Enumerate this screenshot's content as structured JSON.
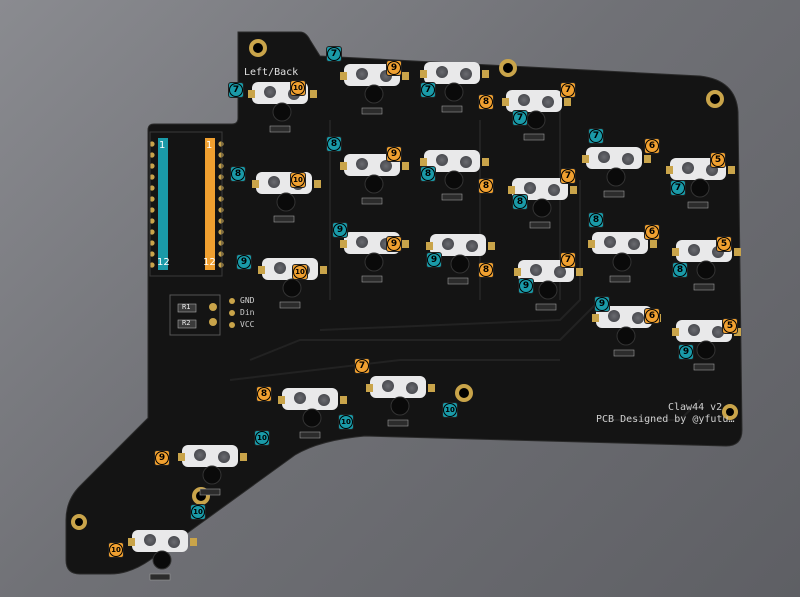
{
  "board": {
    "side_label": "Left/Back",
    "title": "Claw44 v2",
    "credit": "PCB Designed by @yfutu…",
    "pin_labels": [
      "GND",
      "Din",
      "VCC"
    ],
    "resistors": [
      "R1",
      "R2"
    ],
    "header_pin_first": "1",
    "header_pin_last": "12"
  },
  "colors": {
    "pcb": "#141414",
    "teal_strip": "#1a9aa8",
    "orange_strip": "#f0a030",
    "marker_teal": "#1a9aa8",
    "marker_orange": "#f0a030",
    "gold_pad": "#c9a44a"
  },
  "markers": [
    {
      "n": "7",
      "color": "teal"
    },
    {
      "n": "10",
      "color": "orange"
    },
    {
      "n": "7",
      "color": "teal"
    },
    {
      "n": "9",
      "color": "orange"
    },
    {
      "n": "7",
      "color": "teal"
    },
    {
      "n": "8",
      "color": "orange"
    },
    {
      "n": "7",
      "color": "teal"
    },
    {
      "n": "7",
      "color": "orange"
    },
    {
      "n": "7",
      "color": "teal"
    },
    {
      "n": "6",
      "color": "orange"
    },
    {
      "n": "7",
      "color": "teal"
    },
    {
      "n": "5",
      "color": "orange"
    },
    {
      "n": "8",
      "color": "teal"
    },
    {
      "n": "10",
      "color": "orange"
    },
    {
      "n": "8",
      "color": "teal"
    },
    {
      "n": "9",
      "color": "orange"
    },
    {
      "n": "8",
      "color": "teal"
    },
    {
      "n": "8",
      "color": "orange"
    },
    {
      "n": "8",
      "color": "teal"
    },
    {
      "n": "7",
      "color": "orange"
    },
    {
      "n": "8",
      "color": "teal"
    },
    {
      "n": "6",
      "color": "orange"
    },
    {
      "n": "8",
      "color": "teal"
    },
    {
      "n": "5",
      "color": "orange"
    },
    {
      "n": "9",
      "color": "teal"
    },
    {
      "n": "10",
      "color": "orange"
    },
    {
      "n": "9",
      "color": "teal"
    },
    {
      "n": "9",
      "color": "orange"
    },
    {
      "n": "9",
      "color": "teal"
    },
    {
      "n": "8",
      "color": "orange"
    },
    {
      "n": "9",
      "color": "teal"
    },
    {
      "n": "7",
      "color": "orange"
    },
    {
      "n": "9",
      "color": "teal"
    },
    {
      "n": "6",
      "color": "orange"
    },
    {
      "n": "9",
      "color": "teal"
    },
    {
      "n": "5",
      "color": "orange"
    },
    {
      "n": "8",
      "color": "orange"
    },
    {
      "n": "10",
      "color": "teal"
    },
    {
      "n": "7",
      "color": "orange"
    },
    {
      "n": "10",
      "color": "teal"
    },
    {
      "n": "9",
      "color": "orange"
    },
    {
      "n": "10",
      "color": "teal"
    },
    {
      "n": "10",
      "color": "orange"
    },
    {
      "n": "10",
      "color": "teal"
    }
  ]
}
